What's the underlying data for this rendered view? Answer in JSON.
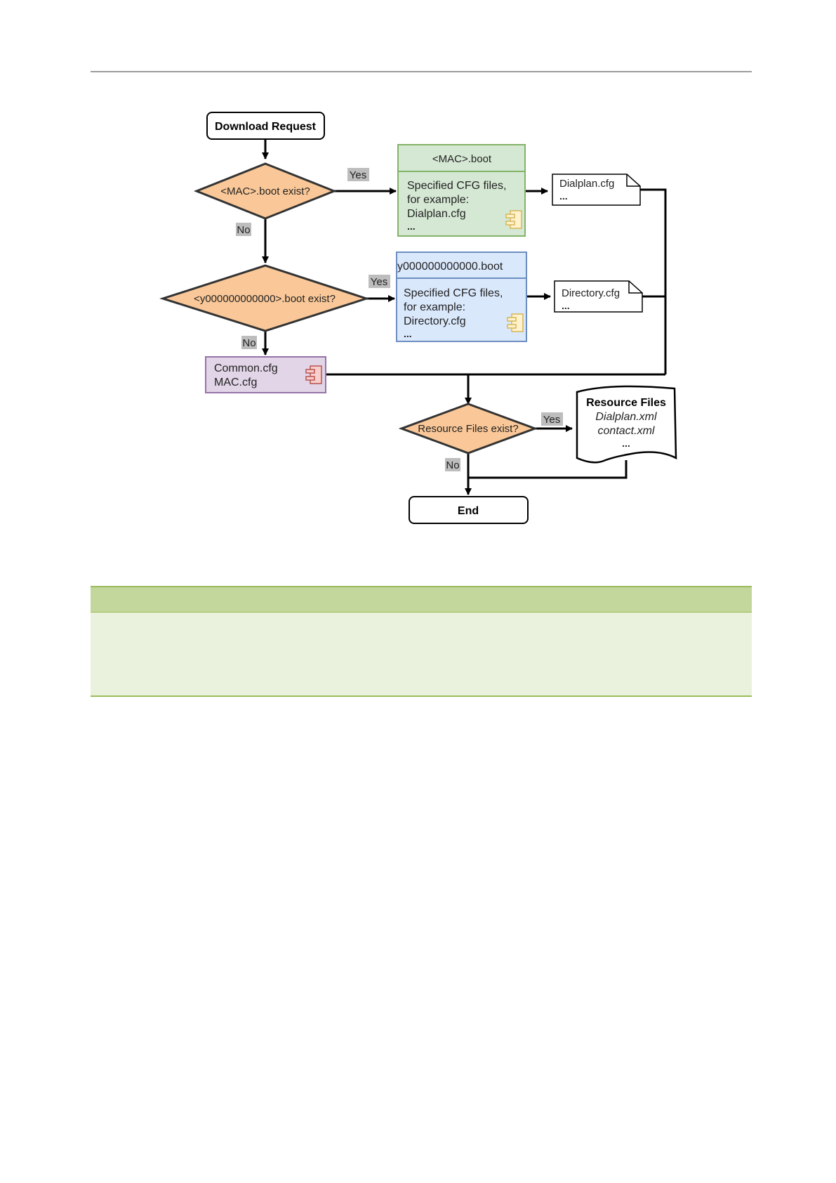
{
  "diagram": {
    "start": {
      "label": "Download Request"
    },
    "decisions": {
      "mac_boot": "<MAC>.boot exist?",
      "common_boot": "<y000000000000>.boot exist?",
      "resource": "Resource Files exist?"
    },
    "edge_labels": {
      "mac_yes": "Yes",
      "mac_no": "No",
      "common_yes": "Yes",
      "common_no": "No",
      "resource_yes": "Yes",
      "resource_no": "No"
    },
    "mac_boot_box": {
      "title": "<MAC>.boot",
      "lines": [
        "Specified CFG files,",
        "for example:",
        "Dialplan.cfg",
        "..."
      ]
    },
    "common_boot_box": {
      "title": "y000000000000.boot",
      "lines": [
        "Specified CFG files,",
        "for example:",
        "Directory.cfg",
        "..."
      ]
    },
    "dialplan_doc": {
      "lines": [
        "Dialplan.cfg",
        "..."
      ]
    },
    "directory_doc": {
      "lines": [
        "Directory.cfg",
        "..."
      ]
    },
    "common_box": {
      "lines": [
        "Common.cfg",
        "MAC.cfg"
      ]
    },
    "resource_doc": {
      "title": "Resource Files",
      "lines": [
        "Dialplan.xml",
        "contact.xml",
        "..."
      ]
    },
    "end": {
      "label": "End"
    },
    "colors": {
      "decision_fill": "#fac898",
      "green_fill": "#d5e8d4",
      "green_stroke": "#82b366",
      "blue_fill": "#dae8fc",
      "blue_stroke": "#6c8ebf",
      "purple_fill": "#e1d5e7",
      "purple_stroke": "#9673a6",
      "label_bg": "#bdbdbd"
    },
    "icons": {
      "component": "component-icon",
      "document": "document-icon"
    }
  }
}
